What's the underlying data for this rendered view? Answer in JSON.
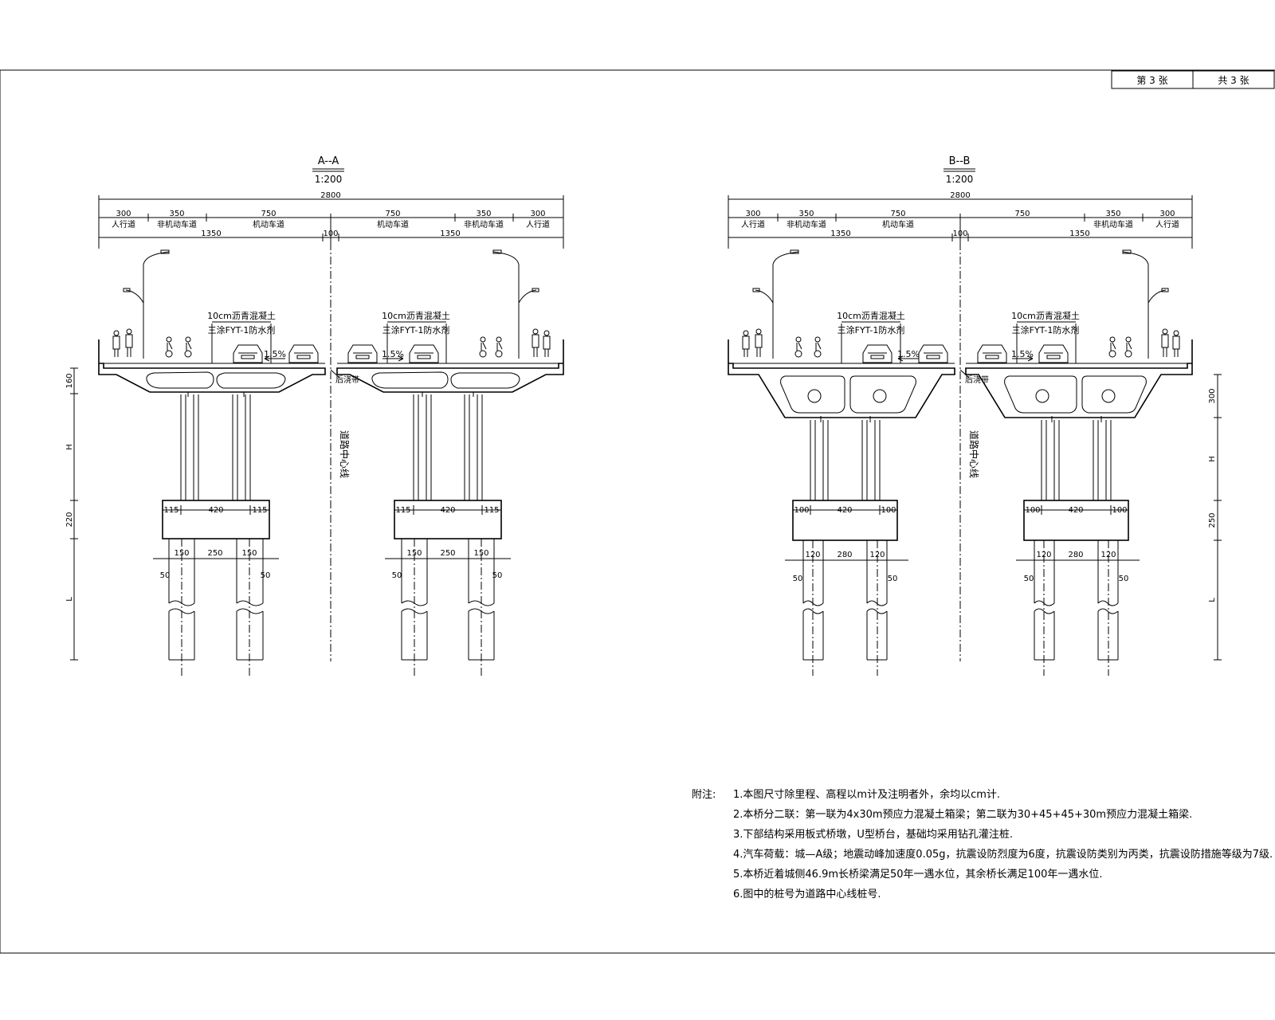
{
  "sheet": {
    "page_label": "第 3 张",
    "total_label": "共 3 张"
  },
  "sections": [
    {
      "title": "A--A",
      "scale": "1:200",
      "total_width": "2800",
      "lanes": [
        {
          "width": "300",
          "name": "人行道"
        },
        {
          "width": "350",
          "name": "非机动车道"
        },
        {
          "width": "750",
          "name": "机动车道"
        },
        {
          "width": "750",
          "name": "机动车道"
        },
        {
          "width": "350",
          "name": "非机动车道"
        },
        {
          "width": "300",
          "name": "人行道"
        }
      ],
      "half_width_left": "1350",
      "median": "100",
      "half_width_right": "1350",
      "pavement": "10cm沥青混凝土",
      "waterproof": "三涂FYT-1防水剂",
      "slope": "1.5%",
      "joint": "后浇带",
      "center_line": "道路中心线",
      "girder_height": "160",
      "pier_height": "H",
      "cap_height": "220",
      "pile_length": "L",
      "cap_dims": [
        "115",
        "420",
        "115"
      ],
      "pile_dims": [
        "150",
        "250",
        "150"
      ],
      "pile_edge": "50"
    },
    {
      "title": "B--B",
      "scale": "1:200",
      "total_width": "2800",
      "lanes": [
        {
          "width": "300",
          "name": "人行道"
        },
        {
          "width": "350",
          "name": "非机动车道"
        },
        {
          "width": "750",
          "name": "机动车道"
        },
        {
          "width": "750",
          "name": ""
        },
        {
          "width": "350",
          "name": "非机动车道"
        },
        {
          "width": "300",
          "name": "人行道"
        }
      ],
      "half_width_left": "1350",
      "median": "100",
      "half_width_right": "1350",
      "pavement": "10cm沥青混凝土",
      "waterproof": "三涂FYT-1防水剂",
      "slope": "1.5%",
      "joint": "后浇带",
      "center_line": "道路中心线",
      "girder_height": "300",
      "pier_height": "H",
      "cap_height": "250",
      "pile_length": "L",
      "cap_dims": [
        "100",
        "420",
        "100"
      ],
      "pile_dims": [
        "120",
        "280",
        "120"
      ],
      "pile_edge": "50"
    }
  ],
  "notes": {
    "label": "附注:",
    "items": [
      "1.本图尺寸除里程、高程以m计及注明者外，余均以cm计.",
      "2.本桥分二联：第一联为4x30m预应力混凝土箱梁；第二联为30+45+45+30m预应力混凝土箱梁.",
      "3.下部结构采用板式桥墩，U型桥台，基础均采用钻孔灌注桩.",
      "4.汽车荷载：城—A级；地震动峰加速度0.05g，抗震设防烈度为6度，抗震设防类别为丙类，抗震设防措施等级为7级.",
      "5.本桥近着城侧46.9m长桥梁满足50年一遇水位，其余桥长满足100年一遇水位.",
      "6.图中的桩号为道路中心线桩号."
    ]
  }
}
